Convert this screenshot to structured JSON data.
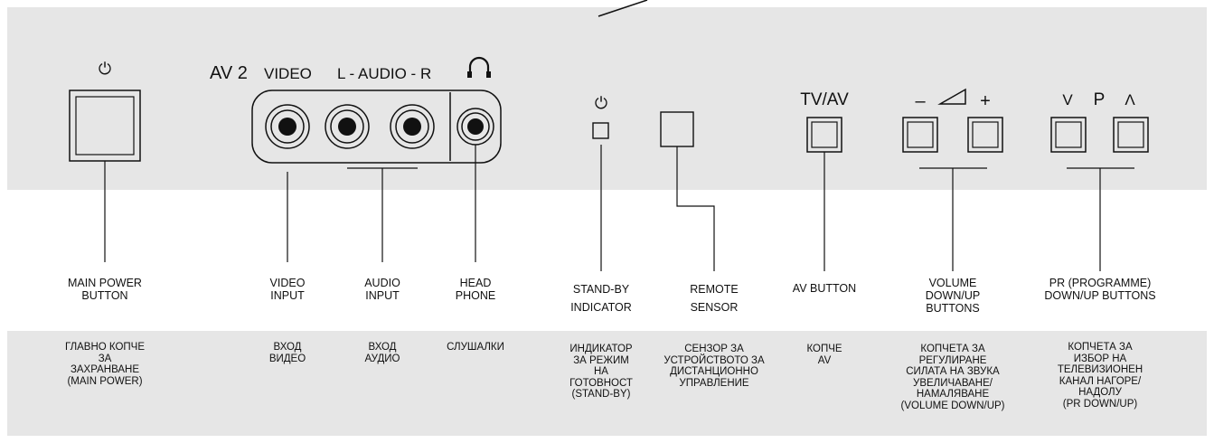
{
  "panel": {
    "power_symbol": "⏻",
    "av2": "AV 2",
    "video": "VIDEO",
    "audio": "L - AUDIO - R",
    "standby_symbol": "⏻",
    "tvav": "TV/AV",
    "vol_minus": "–",
    "vol_plus": "+",
    "prog_down": "V",
    "prog_p": "P",
    "prog_up": "Λ"
  },
  "labels_en": {
    "main_power": "MAIN POWER\nBUTTON",
    "video_input": "VIDEO\nINPUT",
    "audio_input": "AUDIO\nINPUT",
    "headphone": "HEAD\nPHONE",
    "standby_indicator": "STAND-BY\nINDICATOR",
    "remote_sensor": "REMOTE\nSENSOR",
    "av_button": "AV BUTTON",
    "volume_buttons": "VOLUME\nDOWN/UP\nBUTTONS",
    "pr_buttons": "PR (PROGRAMME)\nDOWN/UP BUTTONS"
  },
  "labels_bg": {
    "main_power": "ГЛАВНО КОПЧЕ\nЗА\nЗАХРАНВАНЕ\n(MAIN POWER)",
    "video_input": "ВХОД\nВИДЕО",
    "audio_input": "ВХОД\nАУДИО",
    "headphone": "СЛУШАЛКИ",
    "standby_indicator": "ИНДИКАТОР\nЗА РЕЖИМ\nНА\nГОТОВНОСТ\n(STAND-BY)",
    "remote_sensor": "СЕНЗОР ЗА\nУСТРОЙСТВОТО ЗА\nДИСТАНЦИОННО\nУПРАВЛЕНИЕ",
    "av_button": "КОПЧЕ\nAV",
    "volume_buttons": "КОПЧЕТА ЗА\nРЕГУЛИРАНЕ\nСИЛАТА НА ЗВУКА\nУВЕЛИЧАВАНЕ/\nНАМАЛЯВАНЕ\n(VOLUME DOWN/UP)",
    "pr_buttons": "КОПЧЕТА ЗА\nИЗБОР НА\nТЕЛЕВИЗИОНЕН\nКАНАЛ НАГОРЕ/\nНАДОЛУ\n(PR DOWN/UP)"
  },
  "colors": {
    "panel": "#e6e6e6",
    "band": "#e6e6e6",
    "stroke": "#111111"
  }
}
